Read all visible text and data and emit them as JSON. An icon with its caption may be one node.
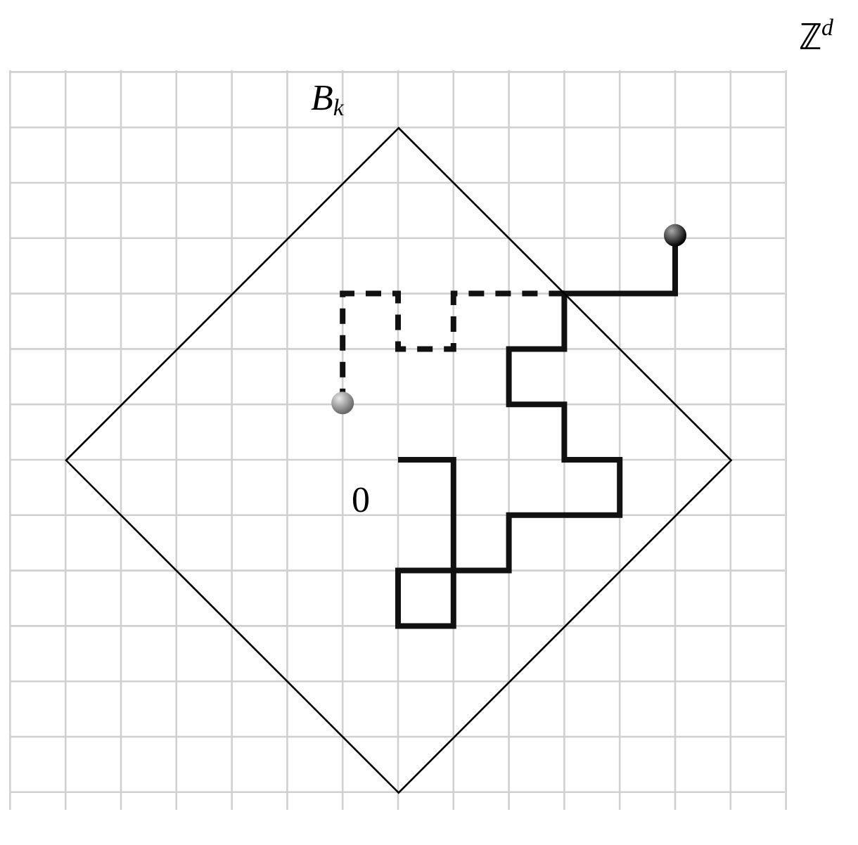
{
  "diagram": {
    "nodes": [
      {
        "text": [
          "B$_{k}$"
        ]
      }
    ],
    "labels": [
      "ℤ$^{d}$",
      "0"
    ]
  }
}
